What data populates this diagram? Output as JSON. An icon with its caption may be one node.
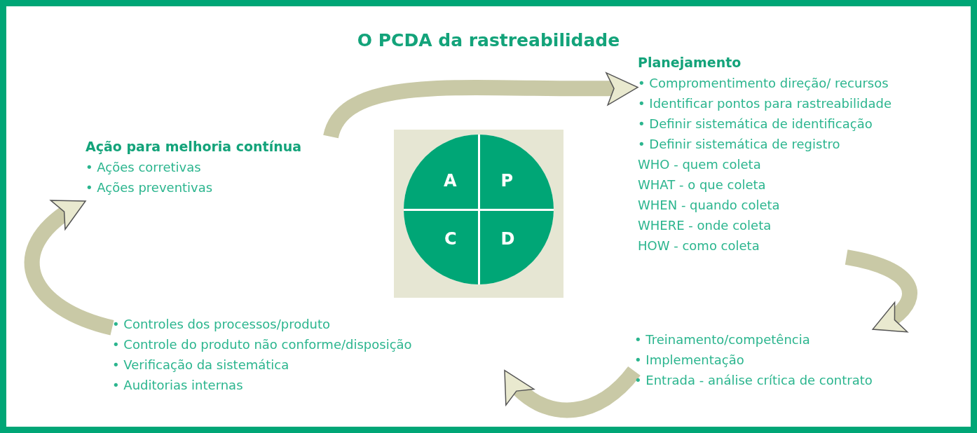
{
  "diagram": {
    "title": "O PCDA da rastreabilidade",
    "nodes": [
      {
        "text": [
          "Planejamento",
          "• Compromentimento direção/ recursos",
          "• Identificar pontos para rastreabilidade",
          "• Definir sistemática de identificação",
          "• Definir sistemática de registro",
          "WHO - quem coleta",
          "WHAT - o que coleta",
          "WHEN - quando coleta",
          "WHERE - onde coleta",
          "HOW - como coleta"
        ]
      },
      {
        "text": [
          "Ação para melhoria contínua",
          "• Ações corretivas",
          "• Ações preventivas"
        ]
      },
      {
        "text": [],
        "shape": "box"
      },
      {
        "text": [],
        "shape": "circle",
        "in": 2
      },
      {
        "text": [
          "A"
        ],
        "in": 3
      },
      {
        "text": [
          "P"
        ],
        "in": 3
      },
      {
        "text": [
          "C"
        ],
        "in": 3
      },
      {
        "text": [
          "D"
        ],
        "in": 3
      },
      {
        "text": [
          "• Controles dos processos/produto",
          "• Controle do produto não conforme/disposição",
          "• Verificação da sistemática",
          "• Auditorias internas"
        ]
      },
      {
        "text": [
          "• Treinamento/competência",
          "• Implementação",
          "• Entrada - análise crítica de contrato"
        ]
      }
    ],
    "edges": [
      {
        "from": 1,
        "to": 0,
        "arrow": "to"
      },
      {
        "from": 0,
        "to": 9,
        "arrow": "to"
      },
      {
        "from": 9,
        "to": 8,
        "arrow": "to"
      },
      {
        "from": 8,
        "to": 1,
        "arrow": "to"
      }
    ]
  }
}
